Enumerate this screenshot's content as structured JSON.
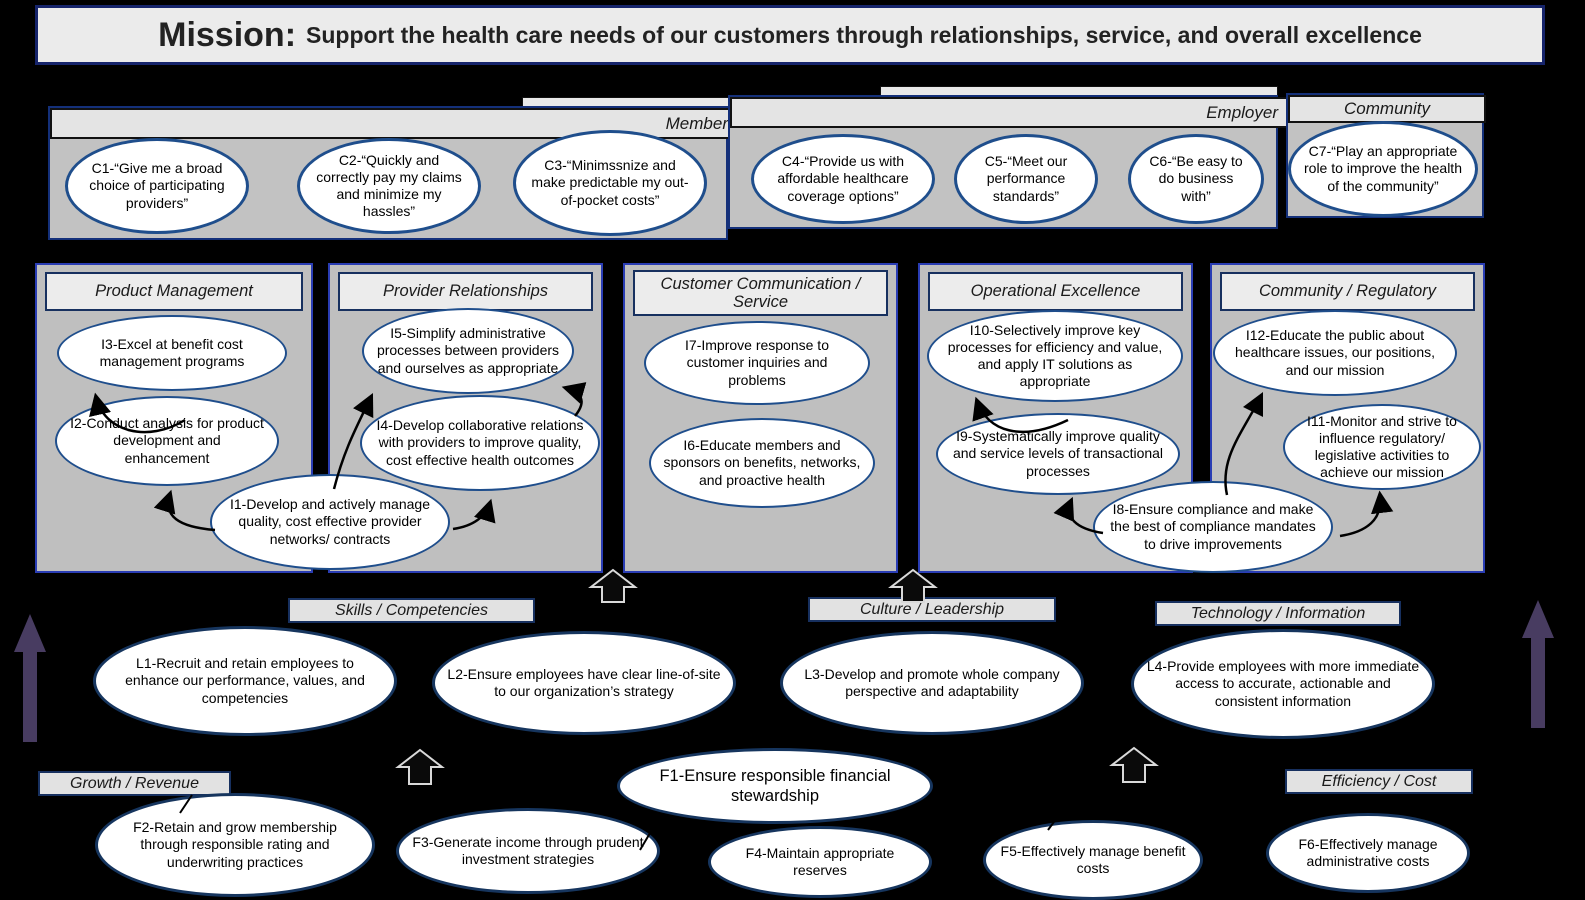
{
  "mission": {
    "label": "Mission:",
    "statement": "Support the health care needs of our customers through relationships, service, and overall excellence"
  },
  "sections": {
    "member": "Member",
    "employer": "Employer",
    "community": "Community",
    "product_management": "Product Management",
    "provider_relationships": "Provider Relationships",
    "customer_communication": "Customer Communication / Service",
    "operational_excellence": "Operational Excellence",
    "community_regulatory": "Community / Regulatory",
    "skills": "Skills / Competencies",
    "culture": "Culture / Leadership",
    "technology": "Technology / Information",
    "growth": "Growth / Revenue",
    "efficiency": "Efficiency / Cost"
  },
  "nodes": {
    "c1": "C1-“Give me a broad choice of participating providers”",
    "c2": "C2-“Quickly and correctly pay my claims and minimize my hassles”",
    "c3": "C3-“Minimssnize and make predictable my out-of-pocket costs”",
    "c4": "C4-“Provide us with affordable healthcare coverage options”",
    "c5": "C5-“Meet our performance standards”",
    "c6": "C6-“Be easy to do business with”",
    "c7": "C7-“Play an appropriate role to improve the health of the community”",
    "i1": "I1-Develop and actively manage quality, cost effective provider networks/ contracts",
    "i2": "I2-Conduct analysis for product development and enhancement",
    "i3": "I3-Excel at benefit cost management programs",
    "i4": "I4-Develop collaborative relations with providers to improve quality, cost effective health outcomes",
    "i5": "I5-Simplify administrative processes between providers and ourselves as appropriate",
    "i6": "I6-Educate members and sponsors on benefits, networks, and proactive health",
    "i7": "I7-Improve response to customer inquiries and problems",
    "i8": "I8-Ensure compliance and make the best of compliance mandates to drive improvements",
    "i9": "I9-Systematically improve quality and service levels of transactional processes",
    "i10": "I10-Selectively improve key processes for efficiency and value,  and apply IT solutions as appropriate",
    "i11": "I11-Monitor and strive to influence regulatory/ legislative activities to achieve our mission",
    "i12": "I12-Educate the public about healthcare issues, our positions, and our mission",
    "l1": "L1-Recruit and retain employees to enhance our performance, values, and competencies",
    "l2": "L2-Ensure employees have clear line-of-site to our organization’s strategy",
    "l3": "L3-Develop and promote whole company perspective and adaptability",
    "l4": "L4-Provide employees with more immediate access to accurate, actionable and consistent information",
    "f1": "F1-Ensure responsible financial stewardship",
    "f2": "F2-Retain and grow membership through responsible rating and underwriting practices",
    "f3": "F3-Generate income through prudent investment strategies",
    "f4": "F4-Maintain appropriate reserves",
    "f5": "F5-Effectively manage benefit costs",
    "f6": "F6-Effectively manage administrative costs"
  },
  "colors": {
    "background": "#000000",
    "panel_body": "#bfbfbf",
    "panel_border_blue": "#2a3db4",
    "header_fill": "#ececec",
    "navy_border": "#17305f",
    "ellipse_border": "#1f4e8c",
    "purple_arrow": "#483c61",
    "connector": "#000000"
  }
}
